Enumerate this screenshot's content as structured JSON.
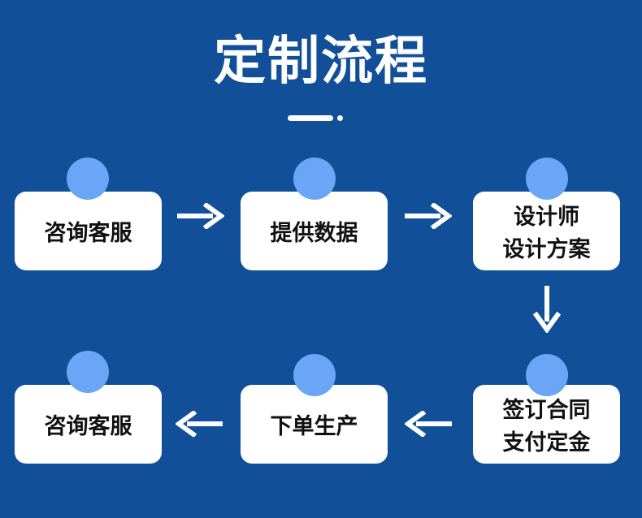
{
  "header": {
    "title": "定制流程"
  },
  "steps": [
    {
      "label": "咨询客服"
    },
    {
      "label": "提供数据"
    },
    {
      "label": "设计师\n设计方案"
    },
    {
      "label": "签订合同\n支付定金"
    },
    {
      "label": "下单生产"
    },
    {
      "label": "咨询客服"
    }
  ],
  "colors": {
    "background": "#114f98",
    "card": "#ffffff",
    "node_dot": "#6aa6f5",
    "arrow": "#ffffff"
  },
  "icons": [
    "arrow-right-icon",
    "arrow-down-icon",
    "arrow-left-icon"
  ]
}
